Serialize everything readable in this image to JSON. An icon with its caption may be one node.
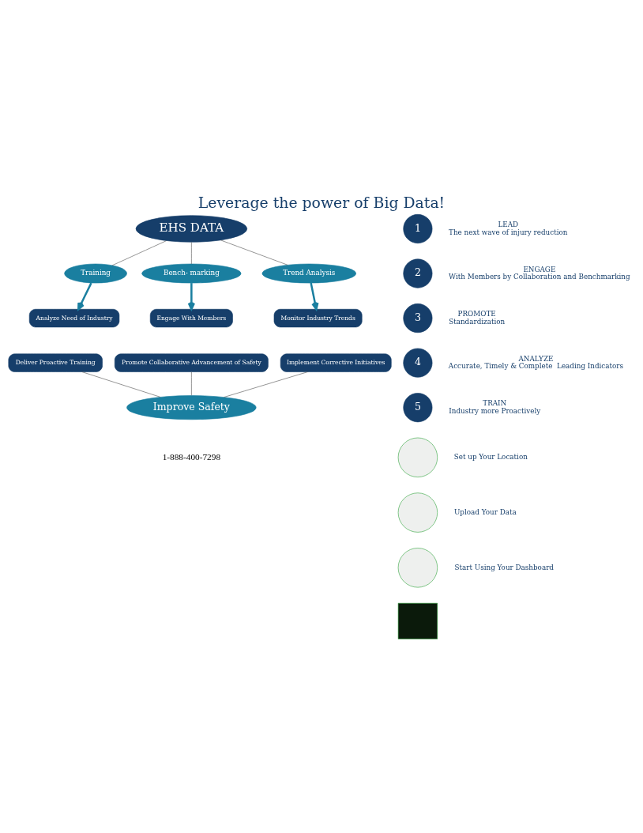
{
  "diagram": {
    "title": "Leverage the power of Big Data!",
    "nodes": [
      {
        "text": [
          "EHS DATA"
        ]
      },
      {
        "text": [
          "Training"
        ]
      },
      {
        "text": [
          "Bench- marking"
        ]
      },
      {
        "text": [
          "Trend Analysis"
        ]
      },
      {
        "text": [
          "Analyze Need of Industry"
        ]
      },
      {
        "text": [
          "Engage With Members"
        ]
      },
      {
        "text": [
          "Monitor Industry Trends"
        ]
      },
      {
        "text": [
          "Deliver Proactive Training"
        ]
      },
      {
        "text": [
          "Promote Collaborative Advancement of Safety"
        ]
      },
      {
        "text": [
          "Implement Corrective Initiatives"
        ]
      },
      {
        "text": [
          "Improve Safety"
        ]
      },
      {
        "text": [
          "1"
        ],
        "beside": [
          "LEAD",
          "The next wave of injury reduction"
        ]
      },
      {
        "text": [
          "2"
        ],
        "beside": [
          "ENGAGE",
          "With Members by Collaboration and Benchmarking"
        ]
      },
      {
        "text": [
          "3"
        ],
        "beside": [
          "PROMOTE",
          "Standardization"
        ]
      },
      {
        "text": [
          "4"
        ],
        "beside": [
          "ANALYZE",
          "Accurate, Timely & Complete  Leading Indicators"
        ]
      },
      {
        "text": [
          "5"
        ],
        "beside": [
          "TRAIN",
          "Industry more Proactively"
        ]
      },
      {
        "text": [],
        "shape": "circle",
        "beside": [
          "Set up Your Location"
        ]
      },
      {
        "text": [],
        "shape": "circle",
        "beside": [
          "Upload Your Data"
        ]
      },
      {
        "text": [],
        "shape": "circle",
        "beside": [
          "Start Using Your Dashboard"
        ]
      },
      {
        "text": [],
        "shape": "box"
      }
    ],
    "edges": [
      {
        "from": 0,
        "to": 1,
        "arrow": "none"
      },
      {
        "from": 0,
        "to": 2,
        "arrow": "none"
      },
      {
        "from": 0,
        "to": 3,
        "arrow": "none"
      },
      {
        "from": 1,
        "to": 4,
        "arrow": "to",
        "style": "thick",
        "color": "#1a7fa0"
      },
      {
        "from": 2,
        "to": 5,
        "arrow": "to",
        "style": "thick",
        "color": "#1a7fa0"
      },
      {
        "from": 3,
        "to": 6,
        "arrow": "to",
        "style": "thick",
        "color": "#1a7fa0"
      },
      {
        "from": 7,
        "to": 10,
        "arrow": "none"
      },
      {
        "from": 8,
        "to": 10,
        "arrow": "none"
      },
      {
        "from": 9,
        "to": 10,
        "arrow": "none"
      }
    ],
    "labels": [
      "1-888-400-7298"
    ]
  }
}
